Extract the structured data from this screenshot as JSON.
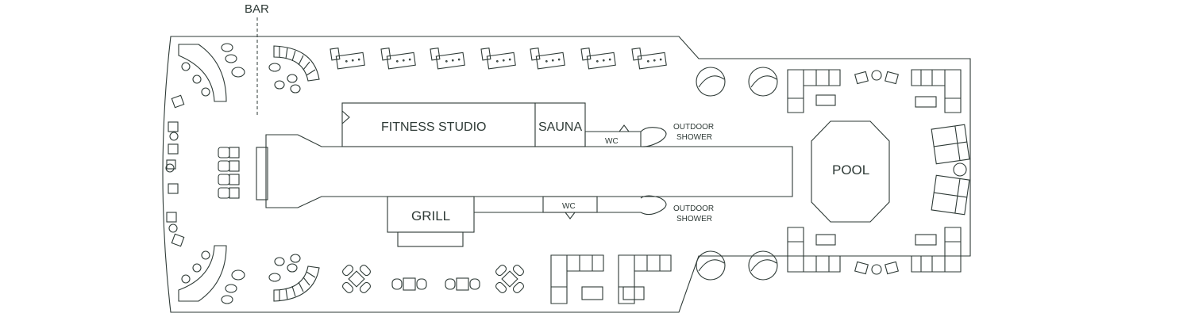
{
  "colors": {
    "line": "#2e3a36",
    "background": "#ffffff"
  },
  "labels": {
    "bar": "BAR",
    "fitness_studio": "FITNESS STUDIO",
    "sauna": "SAUNA",
    "wc_top": "WC",
    "wc_bottom": "WC",
    "outdoor_shower_top_1": "OUTDOOR",
    "outdoor_shower_top_2": "SHOWER",
    "outdoor_shower_bottom_1": "OUTDOOR",
    "outdoor_shower_bottom_2": "SHOWER",
    "pool": "POOL",
    "grill": "GRILL"
  }
}
